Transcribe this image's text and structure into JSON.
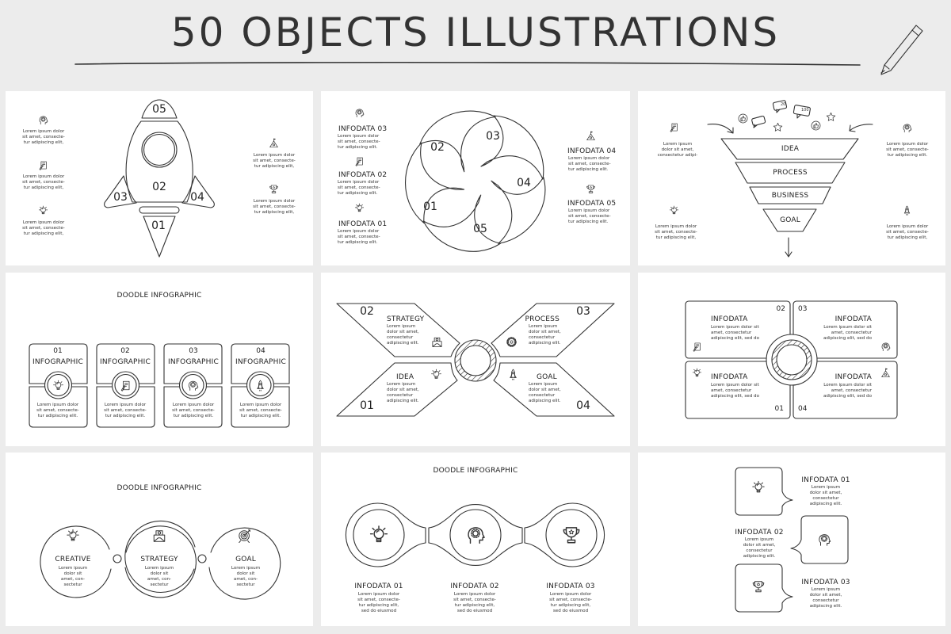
{
  "header": {
    "title": "50 OBJECTS ILLUSTRATIONS"
  },
  "rocket": {
    "parts": [
      "05",
      "02",
      "03",
      "04",
      "01"
    ],
    "left_notes": [
      "Lorem ipsum dolor\nsit amet, consecte-\ntur adipiscing elit,",
      "Lorem ipsum dolor\nsit amet, consecte-\ntur adipiscing elit,",
      "Lorem ipsum dolor\nsit amet, consecte-\ntur adipiscing elit,"
    ],
    "right_notes": [
      "Lorem ipsum dolor\nsit amet, consecte-\ntur adipiscing elit,",
      "Lorem ipsum dolor\nsit amet, consecte-\ntur adipiscing elit,"
    ]
  },
  "spiral": {
    "segments": [
      "01",
      "02",
      "03",
      "04",
      "05"
    ],
    "items": [
      {
        "title": "INFODATA 03",
        "text": "Lorem ipsum dolor\nsit amet, consecte-\ntur adipiscing elit."
      },
      {
        "title": "INFODATA 02",
        "text": "Lorem ipsum dolor\nsit amet, consecte-\ntur adipiscing elit."
      },
      {
        "title": "INFODATA 01",
        "text": "Lorem ipsum dolor\nsit amet, consecte-\ntur adipiscing elit."
      },
      {
        "title": "INFODATA 04",
        "text": "Lorem ipsum dolor\nsit amet, consecte-\ntur adipiscing elit."
      },
      {
        "title": "INFODATA 05",
        "text": "Lorem ipsum dolor\nsit amet, consecte-\ntur adipiscing elit."
      }
    ]
  },
  "funnel": {
    "stages": [
      "IDEA",
      "PROCESS",
      "BUSINESS",
      "GOAL"
    ],
    "badges": [
      "20",
      "100"
    ],
    "notes": [
      "Lorem ipsum\ndolor sit amet,\nconsectetur adipi-",
      "Lorem ipsum dolor\nsit amet, consecte-\ntur adipiscing elit.",
      "Lorem ipsum dolor\nsit amet, consecte-\ntur adipiscing elit,",
      "Lorem ipsum dolor\nsit amet, consecte-\ntur adipiscing elit,"
    ]
  },
  "cards": {
    "title": "DOODLE INFOGRAPHIC",
    "items": [
      {
        "number": "01",
        "label": "INFOGRAPHIC",
        "text": "Lorem ipsum dolor\nsit amet, consecte-\ntur adipiscing elit."
      },
      {
        "number": "02",
        "label": "INFOGRAPHIC",
        "text": "Lorem ipsum dolor\nsit amet, consecte-\ntur adipiscing elit."
      },
      {
        "number": "03",
        "label": "INFOGRAPHIC",
        "text": "Lorem ipsum dolor\nsit amet, consecte-\ntur adipiscing elit."
      },
      {
        "number": "04",
        "label": "INFOGRAPHIC",
        "text": "Lorem ipsum dolor\nsit amet, consecte-\ntur adipiscing elit."
      }
    ]
  },
  "bowtie": {
    "items": [
      {
        "number": "02",
        "title": "STRATEGY",
        "text": "Lorem ipsum\ndolor sit amet,\nconsectetur\nadipiscing elit."
      },
      {
        "number": "03",
        "title": "PROCESS",
        "text": "Lorem ipsum\ndolor sit amet,\nconsectetur\nadipiscing elit."
      },
      {
        "number": "01",
        "title": "IDEA",
        "text": "Lorem ipsum\ndolor sit amet,\nconsectetur\nadipiscing elit."
      },
      {
        "number": "04",
        "title": "GOAL",
        "text": "Lorem ipsum\ndolor sit amet,\nconsectetur\nadipiscing elit."
      }
    ]
  },
  "quad": {
    "items": [
      {
        "number": "02",
        "title": "INFODATA",
        "text": "Lorem ipsum dolor sit\namet, consectetur\nadipiscing elit, sed do"
      },
      {
        "number": "03",
        "title": "INFODATA",
        "text": "Lorem ipsum dolor sit\namet, consectetur\nadipiscing elit, sed do"
      },
      {
        "number": "01",
        "title": "INFODATA",
        "text": "Lorem ipsum dolor sit\namet, consectetur\nadipiscing elit, sed do"
      },
      {
        "number": "04",
        "title": "INFODATA",
        "text": "Lorem ipsum dolor sit\namet, consectetur\nadipiscing elit, sed do"
      }
    ]
  },
  "circles": {
    "title": "DOODLE INFOGRAPHIC",
    "items": [
      {
        "label": "CREATIVE",
        "text": "Lorem ipsum\ndolor sit\namet, con-\nsectetur"
      },
      {
        "label": "STRATEGY",
        "text": "Lorem ipsum\ndolor sit\namet, con-\nsectetur"
      },
      {
        "label": "GOAL",
        "text": "Lorem ipsum\ndolor sit\namet, con-\nsectetur"
      }
    ]
  },
  "chain": {
    "title": "DOODLE INFOGRAPHIC",
    "items": [
      {
        "title": "INFODATA 01",
        "text": "Lorem ipsum dolor\nsit amet, consecte-\ntur adipiscing elit,\nsed do eiusmod"
      },
      {
        "title": "INFODATA 02",
        "text": "Lorem ipsum dolor\nsit amet, consecte-\ntur adipiscing elit,\nsed do eiusmod"
      },
      {
        "title": "INFODATA 03",
        "text": "Lorem ipsum dolor\nsit amet, consecte-\ntur adipiscing elit,\nsed do eiusmod"
      }
    ]
  },
  "bubbles": {
    "items": [
      {
        "title": "INFODATA 01",
        "text": "Lorem ipsum\ndolor sit amet,\nconsectetur\nadipiscing elit."
      },
      {
        "title": "INFODATA 02",
        "text": "Lorem ipsum\ndolor sit amet,\nconsectetur\nadipiscing elit."
      },
      {
        "title": "INFODATA 03",
        "text": "Lorem ipsum\ndolor sit amet,\nconsectetur\nadipiscing elit."
      }
    ]
  },
  "colors": {
    "background": "#ececec",
    "panel": "#ffffff",
    "ink": "#333333"
  }
}
